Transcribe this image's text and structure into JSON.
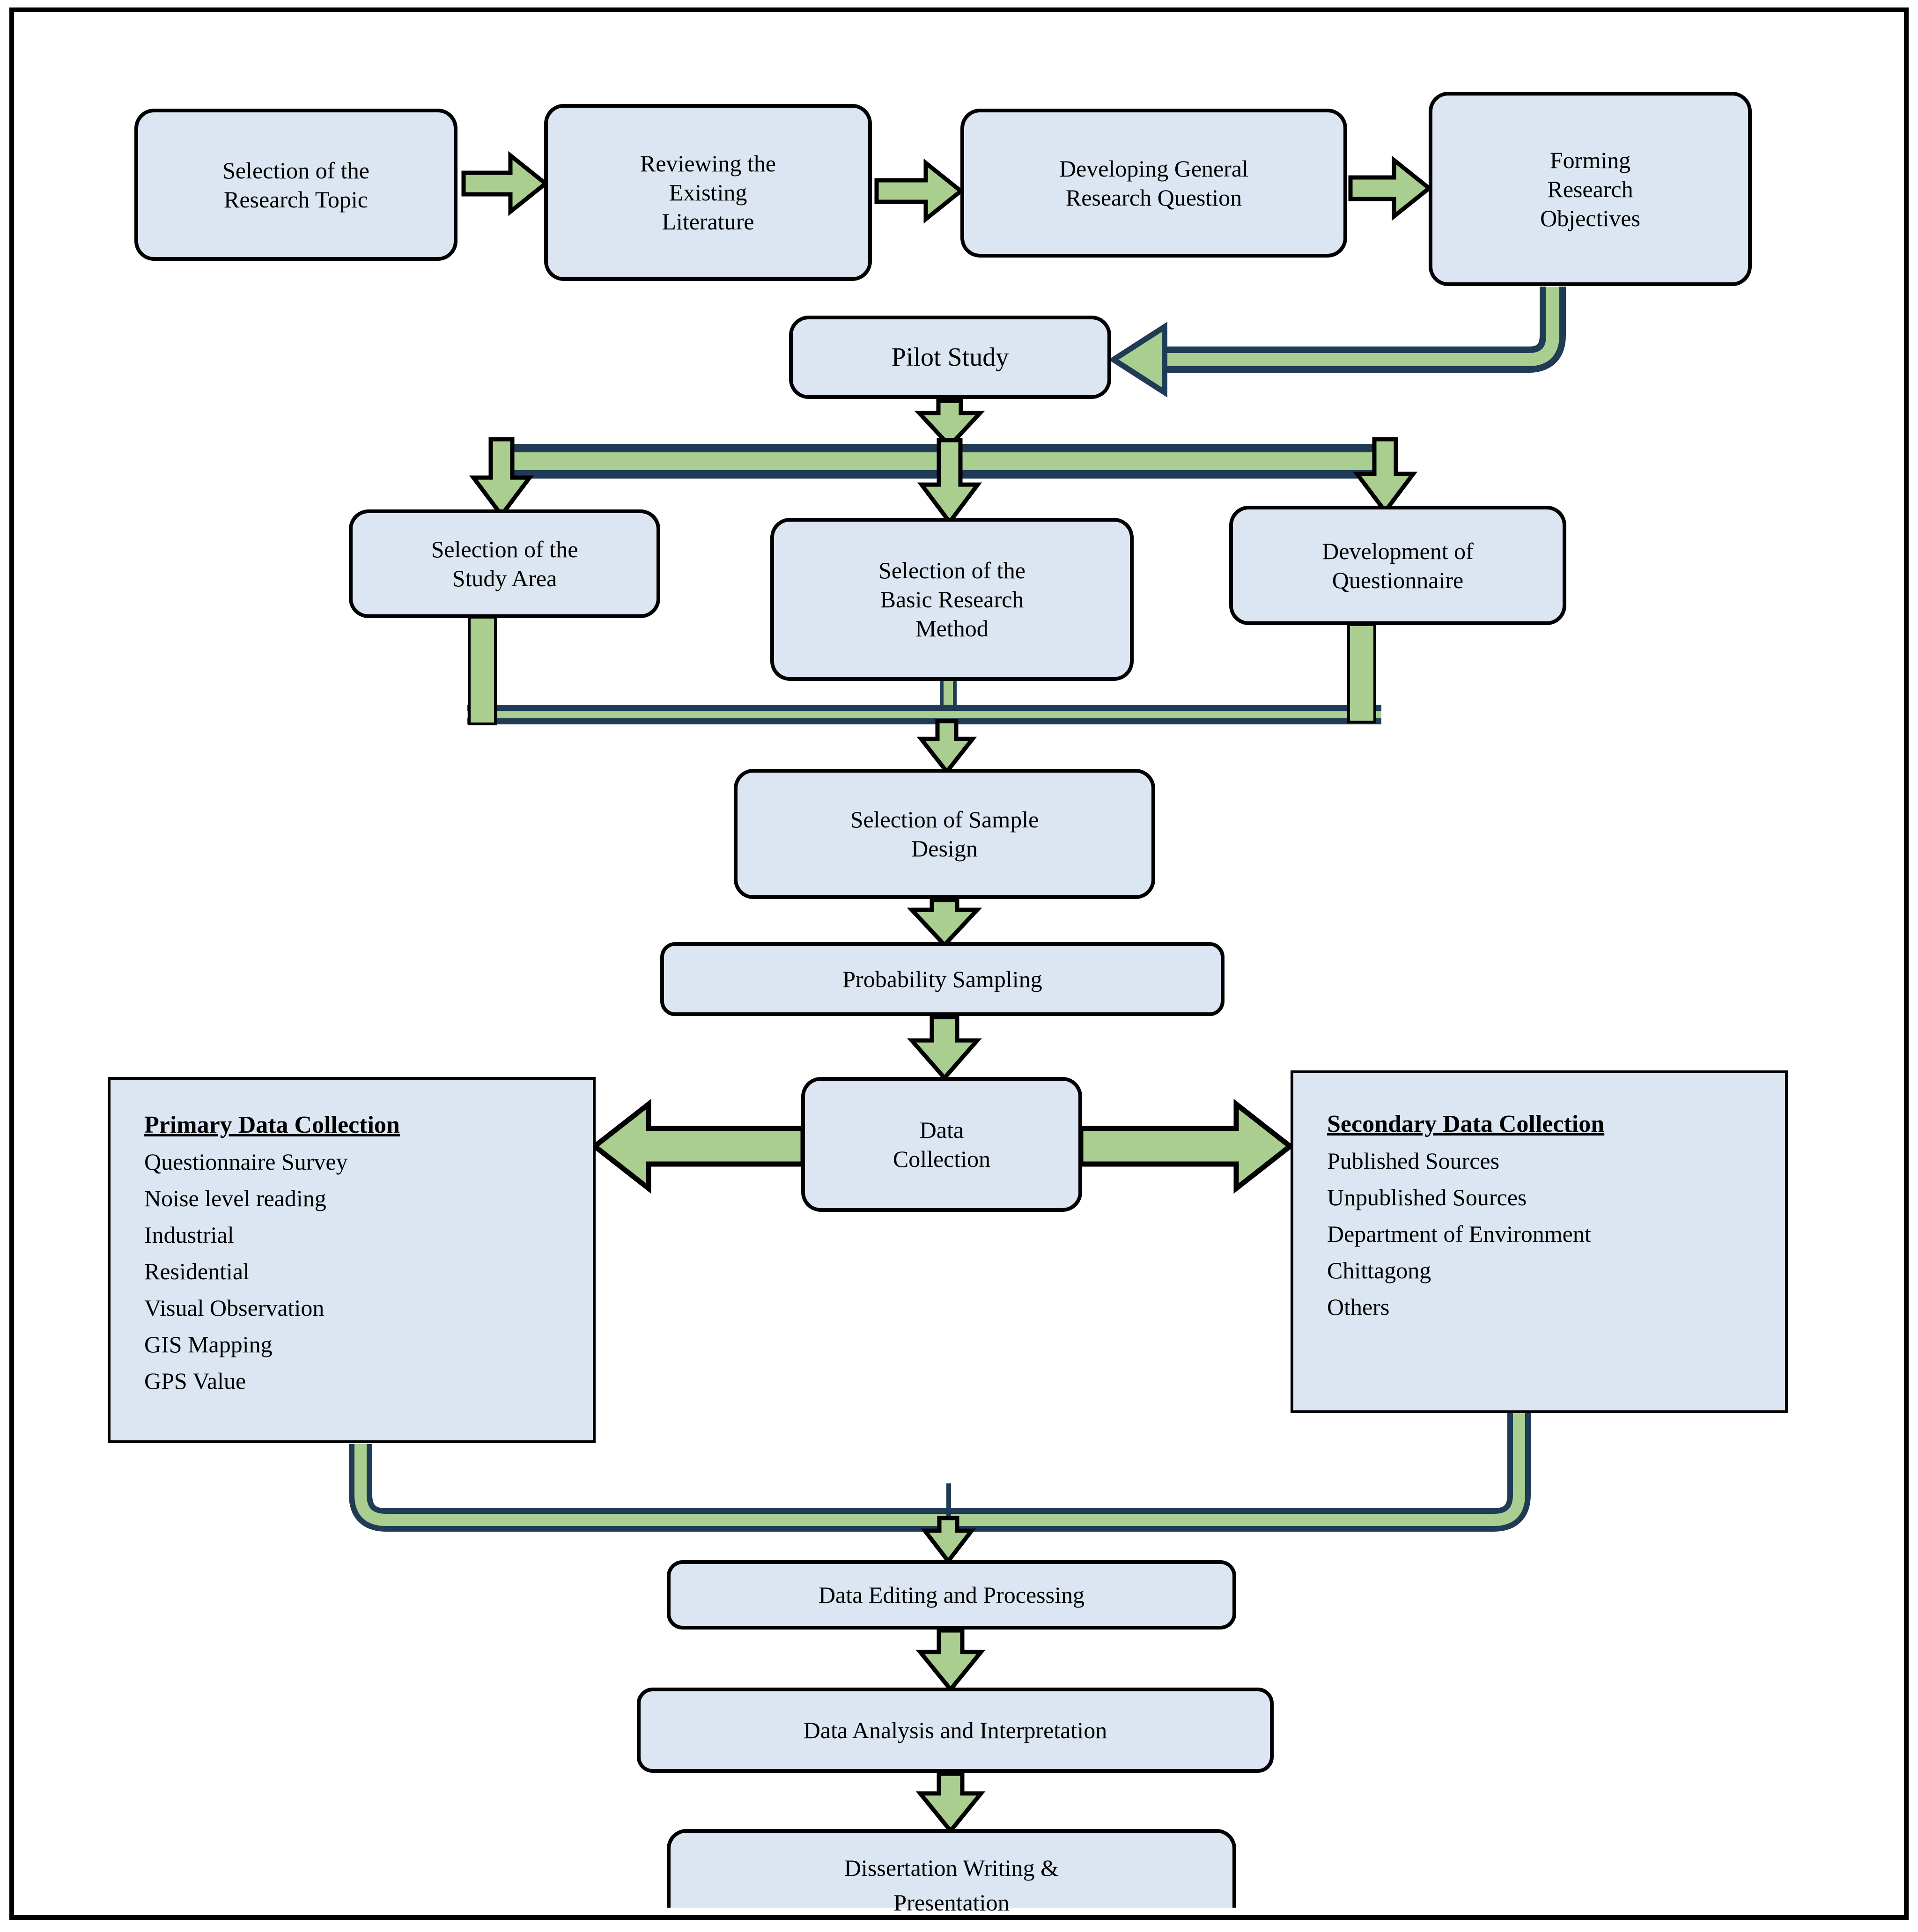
{
  "palette": {
    "arrow_green": "#a9ce90",
    "connector_navy": "#1f3b55",
    "box_fill": "#dce6f2",
    "outline_black": "#000000"
  },
  "nodes": {
    "topic": {
      "lines": [
        "Selection of the",
        "Research Topic"
      ]
    },
    "literature": {
      "lines": [
        "Reviewing the",
        "Existing",
        "Literature"
      ]
    },
    "question": {
      "lines": [
        "Developing General",
        "Research Question"
      ]
    },
    "objectives": {
      "lines": [
        "Forming",
        "Research",
        "Objectives"
      ]
    },
    "pilot": {
      "label": "Pilot Study"
    },
    "study_area": {
      "lines": [
        "Selection of the",
        "Study Area"
      ]
    },
    "basic_method": {
      "lines": [
        "Selection of the",
        "Basic Research",
        "Method"
      ]
    },
    "questionnaire": {
      "lines": [
        "Development of",
        "Questionnaire"
      ]
    },
    "sample_design": {
      "lines": [
        "Selection of Sample",
        "Design"
      ]
    },
    "probability": {
      "label": "Probability Sampling"
    },
    "data_collection": {
      "lines": [
        "Data",
        "Collection"
      ]
    },
    "primary": {
      "title": "Primary Data Collection",
      "items": [
        "Questionnaire Survey",
        "Noise level reading",
        "Industrial",
        "Residential",
        "Visual Observation",
        "GIS Mapping",
        "GPS Value"
      ]
    },
    "secondary": {
      "title": "Secondary Data Collection",
      "items": [
        "Published Sources",
        "Unpublished Sources",
        "Department of Environment",
        "Chittagong",
        "Others"
      ]
    },
    "editing": {
      "label": "Data Editing and Processing"
    },
    "analysis": {
      "label": "Data Analysis and Interpretation"
    },
    "dissertation": {
      "lines": [
        "Dissertation Writing &",
        "Presentation"
      ]
    }
  }
}
